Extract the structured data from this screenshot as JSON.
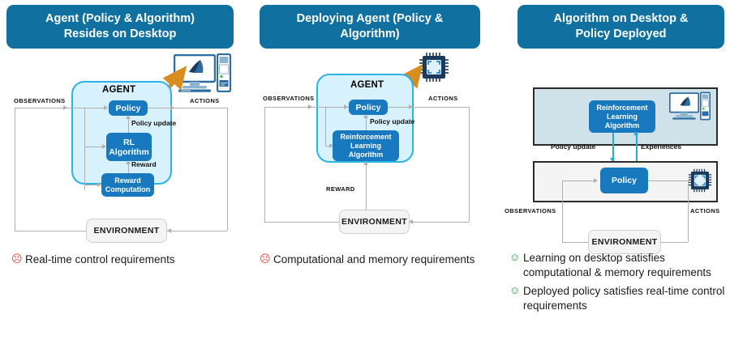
{
  "panels": [
    {
      "id": "agent-resides-on-desktop",
      "header": "Agent (Policy & Algorithm) Resides on Desktop",
      "header_line1": "Agent (Policy & Algorithm)",
      "header_line2": "Resides on Desktop",
      "agent_label": "AGENT",
      "boxes": {
        "policy": "Policy",
        "algorithm": "RL Algorithm",
        "algorithm_line1": "RL",
        "algorithm_line2": "Algorithm",
        "reward_computation": "Reward Computation",
        "reward_line1": "Reward",
        "reward_line2": "Computation",
        "environment": "ENVIRONMENT"
      },
      "edges": {
        "observations": "OBSERVATIONS",
        "actions": "ACTIONS",
        "policy_update": "Policy update",
        "reward": "Reward"
      },
      "icons": [
        "desktop-monitor-icon",
        "pc-tower-icon",
        "orange-arrow-icon"
      ],
      "captions": [
        {
          "face": "sad",
          "text": "Real-time control requirements"
        }
      ]
    },
    {
      "id": "deploying-agent",
      "header": "Deploying Agent (Policy & Algorithm)",
      "header_line1": "Deploying Agent (Policy &",
      "header_line2": "Algorithm)",
      "agent_label": "AGENT",
      "boxes": {
        "policy": "Policy",
        "algorithm": "Reinforcement Learning Algorithm",
        "algorithm_line1": "Reinforcement",
        "algorithm_line2": "Learning",
        "algorithm_line3": "Algorithm",
        "environment": "ENVIRONMENT"
      },
      "edges": {
        "observations": "OBSERVATIONS",
        "actions": "ACTIONS",
        "policy_update": "Policy update",
        "reward": "REWARD"
      },
      "icons": [
        "microchip-icon",
        "orange-arrow-icon"
      ],
      "captions": [
        {
          "face": "sad",
          "text": "Computational and memory requirements"
        }
      ]
    },
    {
      "id": "algorithm-on-desktop-policy-deployed",
      "header": "Algorithm on Desktop & Policy Deployed",
      "header_line1": "Algorithm on Desktop &",
      "header_line2": "Policy Deployed",
      "boxes": {
        "algorithm": "Reinforcement Learning Algorithm",
        "algorithm_line1": "Reinforcement",
        "algorithm_line2": "Learning",
        "algorithm_line3": "Algorithm",
        "policy": "Policy",
        "environment": "ENVIRONMENT"
      },
      "edges": {
        "policy_update": "Policy update",
        "experiences": "Experiences",
        "observations": "OBSERVATIONS",
        "actions": "ACTIONS"
      },
      "icons": [
        "desktop-monitor-icon",
        "pc-tower-icon",
        "microchip-icon"
      ],
      "captions": [
        {
          "face": "happy",
          "text": "Learning on desktop satisfies computational & memory requirements"
        },
        {
          "face": "happy",
          "text": "Deployed policy satisfies real-time control requirements"
        }
      ]
    }
  ],
  "glyphs": {
    "sad_face": "☹",
    "happy_face": "☺"
  },
  "colors": {
    "header_blue": "#10709f",
    "box_blue": "#1879be",
    "agent_fill": "#d7f2fd",
    "agent_border": "#2ab4e8",
    "arrow_orange": "#d98c20",
    "env_fill": "#f4f4f4",
    "line_gray": "#b0b0b0",
    "blue_line": "#29a8dc",
    "sad_red": "#e8403a",
    "happy_green": "#14a03c",
    "p3_top_fill": "#cfe2ea",
    "p3_border": "#2b2b2b"
  }
}
